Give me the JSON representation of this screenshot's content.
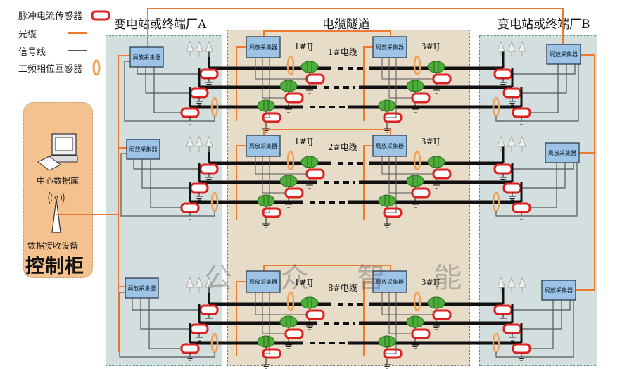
{
  "legend": {
    "items": [
      {
        "label": "脉冲电流传感器",
        "icon": "pulse-current-sensor-icon"
      },
      {
        "label": "光缆",
        "icon": "optical-cable-line-icon"
      },
      {
        "label": "信号线",
        "icon": "signal-line-icon"
      },
      {
        "label": "工频相位互感器",
        "icon": "power-frequency-phase-transformer-icon"
      }
    ]
  },
  "regions": {
    "station_a": "变电站或终端厂A",
    "tunnel": "电缆隧道",
    "station_b": "变电站或终端厂B"
  },
  "control_cabinet": {
    "database_label": "中心数据库",
    "receiver_label": "数据接收设备",
    "title": "控制柜"
  },
  "collector_label": "局放采集器",
  "cables": [
    {
      "name": "1#电缆",
      "joint_left": "1#IJ",
      "joint_right": "3#IJ"
    },
    {
      "name": "2#电缆",
      "joint_left": "1#IJ",
      "joint_right": "3#IJ"
    },
    {
      "name": "8#电缆",
      "joint_left": "1#IJ",
      "joint_right": "3#IJ"
    }
  ],
  "watermark": "公 众 智 能",
  "colors": {
    "fiber": "#ee7a30",
    "signal": "#555555",
    "sensor": "#dd2020",
    "joint": "#4caf3a",
    "ct": "#f0a050",
    "collector": "#9dc3e6",
    "station_bg": "#d3dfdf",
    "tunnel_bg": "#e7dcc7",
    "cabinet_bg": "#f4c28f"
  }
}
